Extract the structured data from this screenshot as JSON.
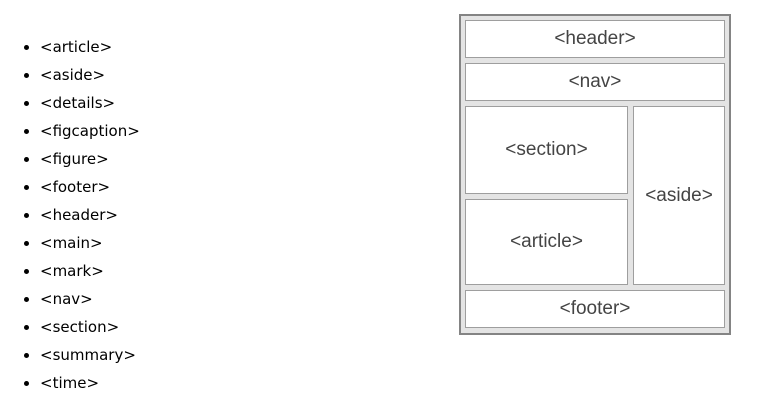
{
  "colors": {
    "page_bg": "#ffffff",
    "list_text": "#000000",
    "diagram_outer_border": "#848484",
    "diagram_gap_fill": "#e4e4e4",
    "diagram_box_border": "#9e9e9e",
    "diagram_box_fill": "#ffffff",
    "diagram_label": "#444444"
  },
  "element_list": {
    "items": [
      "<article>",
      "<aside>",
      "<details>",
      "<figcaption>",
      "<figure>",
      "<footer>",
      "<header>",
      "<main>",
      "<mark>",
      "<nav>",
      "<section>",
      "<summary>",
      "<time>"
    ]
  },
  "diagram": {
    "boxes": [
      {
        "id": "header",
        "label": "<header>"
      },
      {
        "id": "nav",
        "label": "<nav>"
      },
      {
        "id": "section",
        "label": "<section>"
      },
      {
        "id": "article",
        "label": "<article>"
      },
      {
        "id": "aside",
        "label": "<aside>"
      },
      {
        "id": "footer",
        "label": "<footer>"
      }
    ]
  }
}
